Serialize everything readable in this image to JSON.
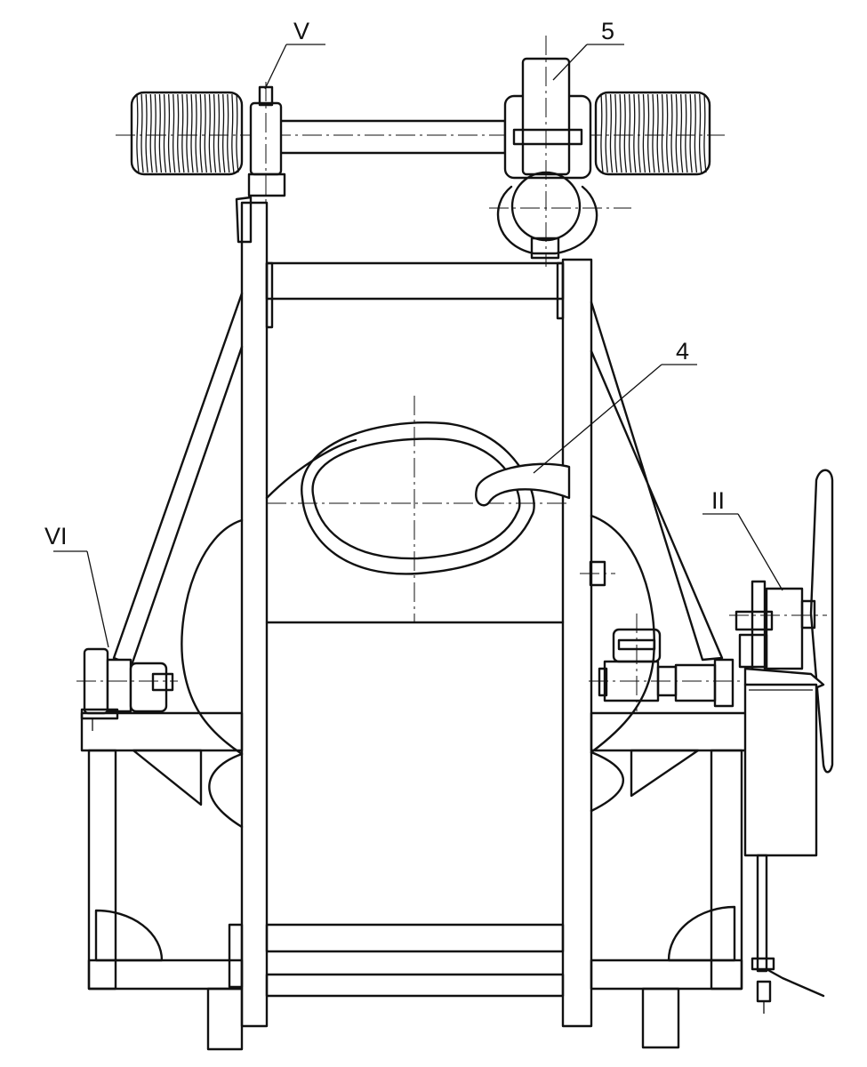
{
  "callouts": {
    "c_V": "V",
    "c_5": "5",
    "c_4": "4",
    "c_II": "II",
    "c_VI": "VI"
  }
}
